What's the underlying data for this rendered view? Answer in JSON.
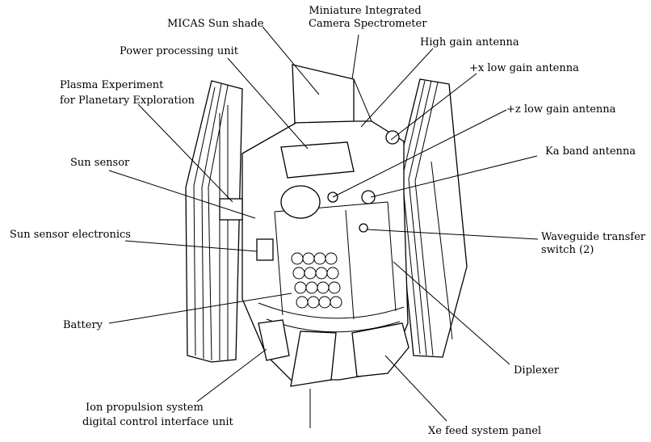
{
  "labels": {
    "micas_sun_shade": "MICAS Sun shade",
    "micas_line1": "Miniature Integrated",
    "micas_line2": "Camera Spectrometer",
    "high_gain_antenna": "High gain antenna",
    "power_processing_unit": "Power processing unit",
    "x_low_gain": "+x low gain antenna",
    "pepe_line1": "Plasma Experiment",
    "pepe_line2": "for Planetary Exploration",
    "z_low_gain": "+z low gain antenna",
    "ka_band": "Ka band antenna",
    "sun_sensor": "Sun sensor",
    "sun_sensor_electronics": "Sun sensor electronics",
    "waveguide_line1": "Waveguide transfer",
    "waveguide_line2": "switch (2)",
    "battery": "Battery",
    "diplexer": "Diplexer",
    "ips_line1": "Ion propulsion system",
    "ips_line2": "digital control interface unit",
    "xe_feed": "Xe feed system panel"
  }
}
